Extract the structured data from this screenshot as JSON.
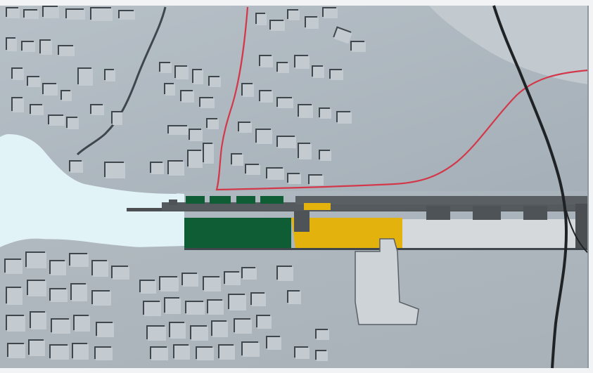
{
  "photo": {
    "subject": "",
    "colors": {
      "board_base": "#a9b3bb",
      "board_upper": "#b3bcc3",
      "board_lower": "#aeb6bd",
      "water": "#dff1f6",
      "block_fill": "#c6cdd3",
      "block_shadow": "#3f464c",
      "green_zone": "#0f5d35",
      "yellow_zone": "#e4b20d",
      "dark_strip": "#4b4f52",
      "light_plot": "#d5d9dc",
      "red_boundary": "#d3384a",
      "black_line": "#1f2326"
    },
    "zones": [
      {
        "name": "green-zone",
        "color": "green_zone"
      },
      {
        "name": "yellow-zone",
        "color": "yellow_zone"
      },
      {
        "name": "light-plot",
        "color": "light_plot"
      }
    ],
    "lines": [
      {
        "name": "red-boundary-line",
        "color": "red_boundary"
      },
      {
        "name": "black-line",
        "color": "black_line"
      }
    ]
  }
}
